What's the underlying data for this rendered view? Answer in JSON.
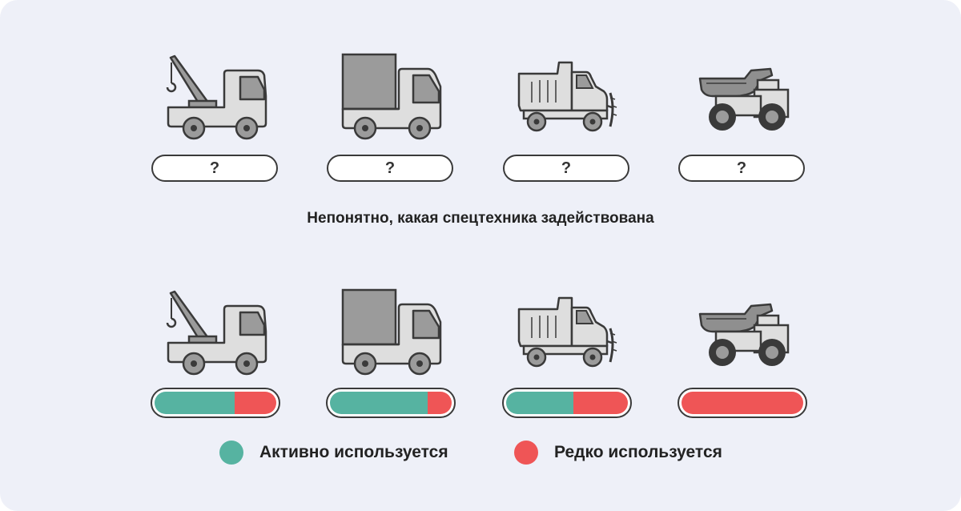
{
  "colors": {
    "background": "#eef0f8",
    "active": "#56b3a1",
    "rare": "#ef5556",
    "outline": "#3a3a3a"
  },
  "top_row": {
    "vehicles": [
      {
        "icon": "tow-truck-icon",
        "label": "?"
      },
      {
        "icon": "box-truck-icon",
        "label": "?"
      },
      {
        "icon": "snowplow-dump-truck-icon",
        "label": "?"
      },
      {
        "icon": "mining-dump-truck-icon",
        "label": "?"
      }
    ],
    "caption": "Непонятно,  какая спецтехника задействована"
  },
  "bottom_row": {
    "vehicles": [
      {
        "icon": "tow-truck-icon",
        "active_share": 0.66,
        "rare_share": 0.34
      },
      {
        "icon": "box-truck-icon",
        "active_share": 0.8,
        "rare_share": 0.2
      },
      {
        "icon": "snowplow-dump-truck-icon",
        "active_share": 0.55,
        "rare_share": 0.45
      },
      {
        "icon": "mining-dump-truck-icon",
        "active_share": 0.0,
        "rare_share": 1.0
      }
    ]
  },
  "legend": {
    "active_label": "Активно используется",
    "rare_label": "Редко используется"
  }
}
